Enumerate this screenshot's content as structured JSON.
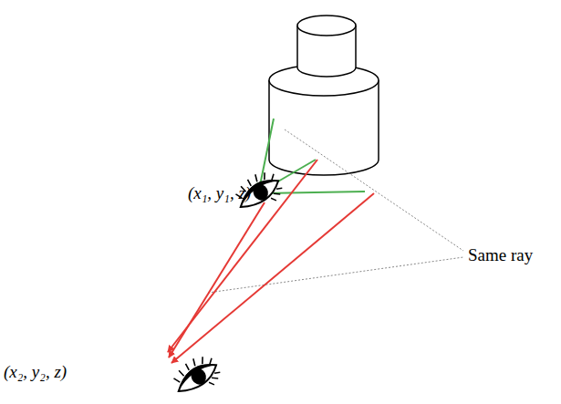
{
  "diagram": {
    "labels": [
      "(x₁, y₁, z)",
      "(x₂, y₂, z)",
      "Same ray"
    ]
  }
}
